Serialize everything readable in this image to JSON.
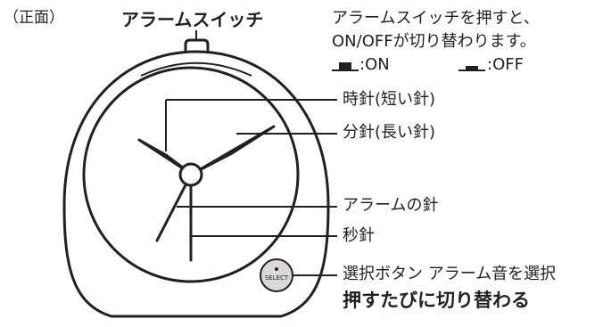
{
  "view_label": "（正面）",
  "alarm_switch": {
    "label": "アラームスイッチ",
    "note_line1": "アラームスイッチを押すと、",
    "note_line2": "ON/OFFが切り替わります。",
    "legend_on": ":ON",
    "legend_off": ":OFF"
  },
  "hands": {
    "hour": "時針(短い針)",
    "minute": "分針(長い針)",
    "alarm": "アラームの針",
    "second": "秒針"
  },
  "select": {
    "button_text": "SELECT",
    "label": "選択ボタン アラーム音を選択",
    "sub_label": "押すたびに切り替わる"
  }
}
